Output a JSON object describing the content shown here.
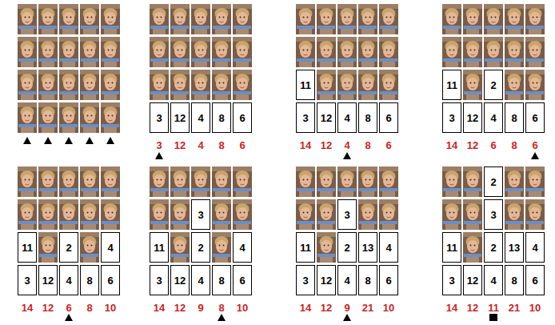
{
  "diagram": {
    "nodes": [
      {
        "text": [
          "3"
        ]
      },
      {
        "text": [
          "12"
        ]
      },
      {
        "text": [
          "4"
        ]
      },
      {
        "text": [
          "8"
        ]
      },
      {
        "text": [
          "6"
        ]
      },
      {
        "text": [
          "11"
        ]
      },
      {
        "text": [
          "3"
        ]
      },
      {
        "text": [
          "12"
        ]
      },
      {
        "text": [
          "4"
        ]
      },
      {
        "text": [
          "8"
        ]
      },
      {
        "text": [
          "6"
        ]
      },
      {
        "text": [
          "11"
        ]
      },
      {
        "text": [
          "2"
        ]
      },
      {
        "text": [
          "3"
        ]
      },
      {
        "text": [
          "12"
        ]
      },
      {
        "text": [
          "4"
        ]
      },
      {
        "text": [
          "8"
        ]
      },
      {
        "text": [
          "6"
        ]
      },
      {
        "text": [
          "11"
        ]
      },
      {
        "text": [
          "2"
        ]
      },
      {
        "text": [
          "4"
        ]
      },
      {
        "text": [
          "3"
        ]
      },
      {
        "text": [
          "12"
        ]
      },
      {
        "text": [
          "4"
        ]
      },
      {
        "text": [
          "8"
        ]
      },
      {
        "text": [
          "6"
        ]
      },
      {
        "text": [
          "3"
        ]
      },
      {
        "text": [
          "11"
        ]
      },
      {
        "text": [
          "2"
        ]
      },
      {
        "text": [
          "4"
        ]
      },
      {
        "text": [
          "3"
        ]
      },
      {
        "text": [
          "12"
        ]
      },
      {
        "text": [
          "4"
        ]
      },
      {
        "text": [
          "8"
        ]
      },
      {
        "text": [
          "6"
        ]
      },
      {
        "text": [
          "3"
        ]
      },
      {
        "text": [
          "11"
        ]
      },
      {
        "text": [
          "2"
        ]
      },
      {
        "text": [
          "13"
        ]
      },
      {
        "text": [
          "4"
        ]
      },
      {
        "text": [
          "3"
        ]
      },
      {
        "text": [
          "12"
        ]
      },
      {
        "text": [
          "4"
        ]
      },
      {
        "text": [
          "8"
        ]
      },
      {
        "text": [
          "6"
        ]
      },
      {
        "text": [
          "2"
        ]
      },
      {
        "text": [
          "3"
        ]
      },
      {
        "text": [
          "11"
        ]
      },
      {
        "text": [
          "2"
        ]
      },
      {
        "text": [
          "13"
        ]
      },
      {
        "text": [
          "4"
        ]
      },
      {
        "text": [
          "3"
        ]
      },
      {
        "text": [
          "12"
        ]
      },
      {
        "text": [
          "4"
        ]
      },
      {
        "text": [
          "8"
        ]
      },
      {
        "text": [
          "6"
        ]
      }
    ],
    "labels": [
      "3",
      "12",
      "4",
      "8",
      "6",
      "14",
      "12",
      "4",
      "8",
      "6",
      "14",
      "12",
      "6",
      "8",
      "6",
      "14",
      "12",
      "6",
      "8",
      "10",
      "14",
      "12",
      "9",
      "8",
      "10",
      "14",
      "12",
      "9",
      "21",
      "10",
      "14",
      "12",
      "11",
      "21",
      "10"
    ]
  }
}
